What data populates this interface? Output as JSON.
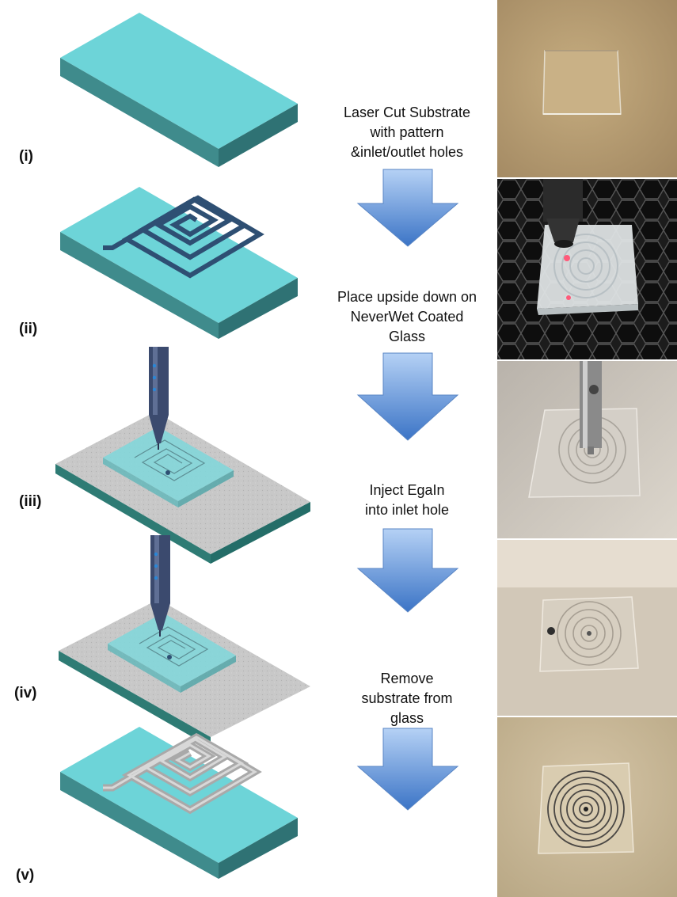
{
  "steps": [
    {
      "label": "(i)"
    },
    {
      "label": "(ii)"
    },
    {
      "label": "(iii)"
    },
    {
      "label": "(iv)"
    },
    {
      "label": "(v)"
    }
  ],
  "captions": [
    {
      "lines": [
        "Laser Cut Substrate",
        "with pattern",
        "&inlet/outlet holes"
      ]
    },
    {
      "lines": [
        "Place upside down on",
        "NeverWet Coated",
        "Glass"
      ]
    },
    {
      "lines": [
        "Inject EgaIn",
        "into inlet hole"
      ]
    },
    {
      "lines": [
        "Remove",
        "substrate from",
        "glass"
      ]
    }
  ],
  "colors": {
    "substrate_top": "#6dd4d8",
    "substrate_side": "#3d8a8c",
    "channel": "#2e4f73",
    "metal": "#b8b8b8",
    "glass_plate": "#c9c9c9",
    "arrow_light": "#a8c8f2",
    "arrow_dark": "#3f78c8"
  },
  "icons": {
    "arrow": "down-arrow-icon",
    "syringe": "syringe-needle-icon"
  }
}
